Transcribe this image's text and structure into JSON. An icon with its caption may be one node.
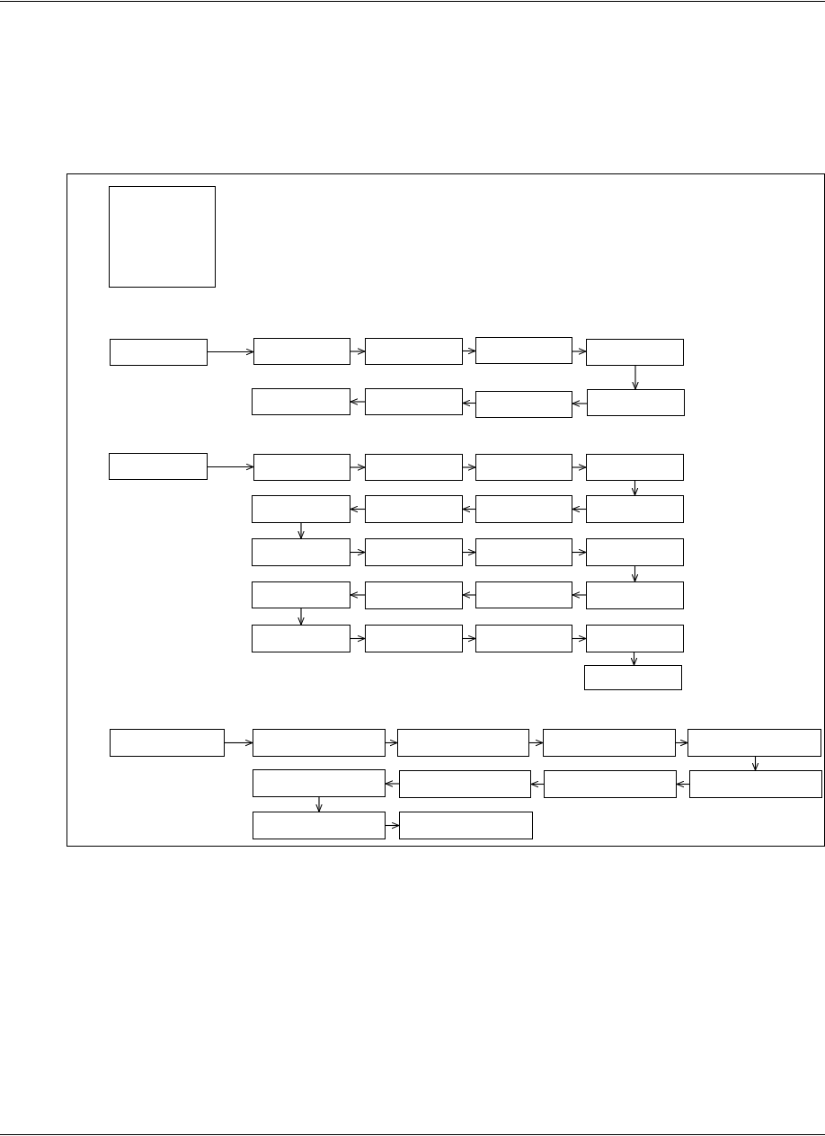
{
  "diagram": {
    "nodes": [
      {
        "text": [],
        "shape": "box"
      },
      {
        "text": [],
        "shape": "box"
      },
      {
        "text": [],
        "shape": "box"
      },
      {
        "text": [],
        "shape": "box"
      },
      {
        "text": [],
        "shape": "box"
      },
      {
        "text": [],
        "shape": "box"
      },
      {
        "text": [],
        "shape": "box"
      },
      {
        "text": [],
        "shape": "box"
      },
      {
        "text": [],
        "shape": "box"
      },
      {
        "text": [],
        "shape": "box"
      },
      {
        "text": [],
        "shape": "box"
      },
      {
        "text": [],
        "shape": "box"
      },
      {
        "text": [],
        "shape": "box"
      },
      {
        "text": [],
        "shape": "box"
      },
      {
        "text": [],
        "shape": "box"
      },
      {
        "text": [],
        "shape": "box"
      },
      {
        "text": [],
        "shape": "box"
      },
      {
        "text": [],
        "shape": "box"
      },
      {
        "text": [],
        "shape": "box"
      },
      {
        "text": [],
        "shape": "box"
      },
      {
        "text": [],
        "shape": "box"
      },
      {
        "text": [],
        "shape": "box"
      },
      {
        "text": [],
        "shape": "box"
      },
      {
        "text": [],
        "shape": "box"
      },
      {
        "text": [],
        "shape": "box"
      },
      {
        "text": [],
        "shape": "box"
      },
      {
        "text": [],
        "shape": "box"
      },
      {
        "text": [],
        "shape": "box"
      },
      {
        "text": [],
        "shape": "box"
      },
      {
        "text": [],
        "shape": "box"
      },
      {
        "text": [],
        "shape": "box"
      },
      {
        "text": [],
        "shape": "box"
      },
      {
        "text": [],
        "shape": "box"
      },
      {
        "text": [],
        "shape": "box"
      },
      {
        "text": [],
        "shape": "box"
      },
      {
        "text": [],
        "shape": "box"
      },
      {
        "text": [],
        "shape": "box"
      },
      {
        "text": [],
        "shape": "box"
      },
      {
        "text": [],
        "shape": "box"
      },
      {
        "text": [],
        "shape": "box"
      },
      {
        "text": [],
        "shape": "box"
      },
      {
        "text": [],
        "shape": "box"
      },
      {
        "text": [],
        "shape": "box"
      }
    ],
    "edges": [
      {
        "from": 1,
        "to": 2,
        "arrow": "to"
      },
      {
        "from": 2,
        "to": 3,
        "arrow": "to"
      },
      {
        "from": 3,
        "to": 4,
        "arrow": "to"
      },
      {
        "from": 4,
        "to": 5,
        "arrow": "to"
      },
      {
        "from": 5,
        "to": 9,
        "arrow": "to"
      },
      {
        "from": 9,
        "to": 8,
        "arrow": "to"
      },
      {
        "from": 8,
        "to": 7,
        "arrow": "to"
      },
      {
        "from": 7,
        "to": 6,
        "arrow": "to"
      },
      {
        "from": 10,
        "to": 11,
        "arrow": "to"
      },
      {
        "from": 11,
        "to": 12,
        "arrow": "to"
      },
      {
        "from": 12,
        "to": 13,
        "arrow": "to"
      },
      {
        "from": 13,
        "to": 14,
        "arrow": "to"
      },
      {
        "from": 14,
        "to": 18,
        "arrow": "to"
      },
      {
        "from": 18,
        "to": 17,
        "arrow": "to"
      },
      {
        "from": 17,
        "to": 16,
        "arrow": "to"
      },
      {
        "from": 16,
        "to": 15,
        "arrow": "to"
      },
      {
        "from": 15,
        "to": 19,
        "arrow": "to"
      },
      {
        "from": 19,
        "to": 20,
        "arrow": "to"
      },
      {
        "from": 20,
        "to": 21,
        "arrow": "to"
      },
      {
        "from": 21,
        "to": 22,
        "arrow": "to"
      },
      {
        "from": 22,
        "to": 26,
        "arrow": "to"
      },
      {
        "from": 26,
        "to": 25,
        "arrow": "to"
      },
      {
        "from": 25,
        "to": 24,
        "arrow": "to"
      },
      {
        "from": 24,
        "to": 23,
        "arrow": "to"
      },
      {
        "from": 23,
        "to": 27,
        "arrow": "to"
      },
      {
        "from": 27,
        "to": 28,
        "arrow": "to"
      },
      {
        "from": 28,
        "to": 29,
        "arrow": "to"
      },
      {
        "from": 29,
        "to": 30,
        "arrow": "to"
      },
      {
        "from": 30,
        "to": 31,
        "arrow": "to"
      },
      {
        "from": 32,
        "to": 33,
        "arrow": "to"
      },
      {
        "from": 33,
        "to": 34,
        "arrow": "to"
      },
      {
        "from": 34,
        "to": 35,
        "arrow": "to"
      },
      {
        "from": 35,
        "to": 36,
        "arrow": "to"
      },
      {
        "from": 36,
        "to": 40,
        "arrow": "to"
      },
      {
        "from": 40,
        "to": 39,
        "arrow": "to"
      },
      {
        "from": 39,
        "to": 38,
        "arrow": "to"
      },
      {
        "from": 38,
        "to": 37,
        "arrow": "to"
      },
      {
        "from": 37,
        "to": 41,
        "arrow": "to"
      },
      {
        "from": 41,
        "to": 42,
        "arrow": "to"
      }
    ]
  }
}
